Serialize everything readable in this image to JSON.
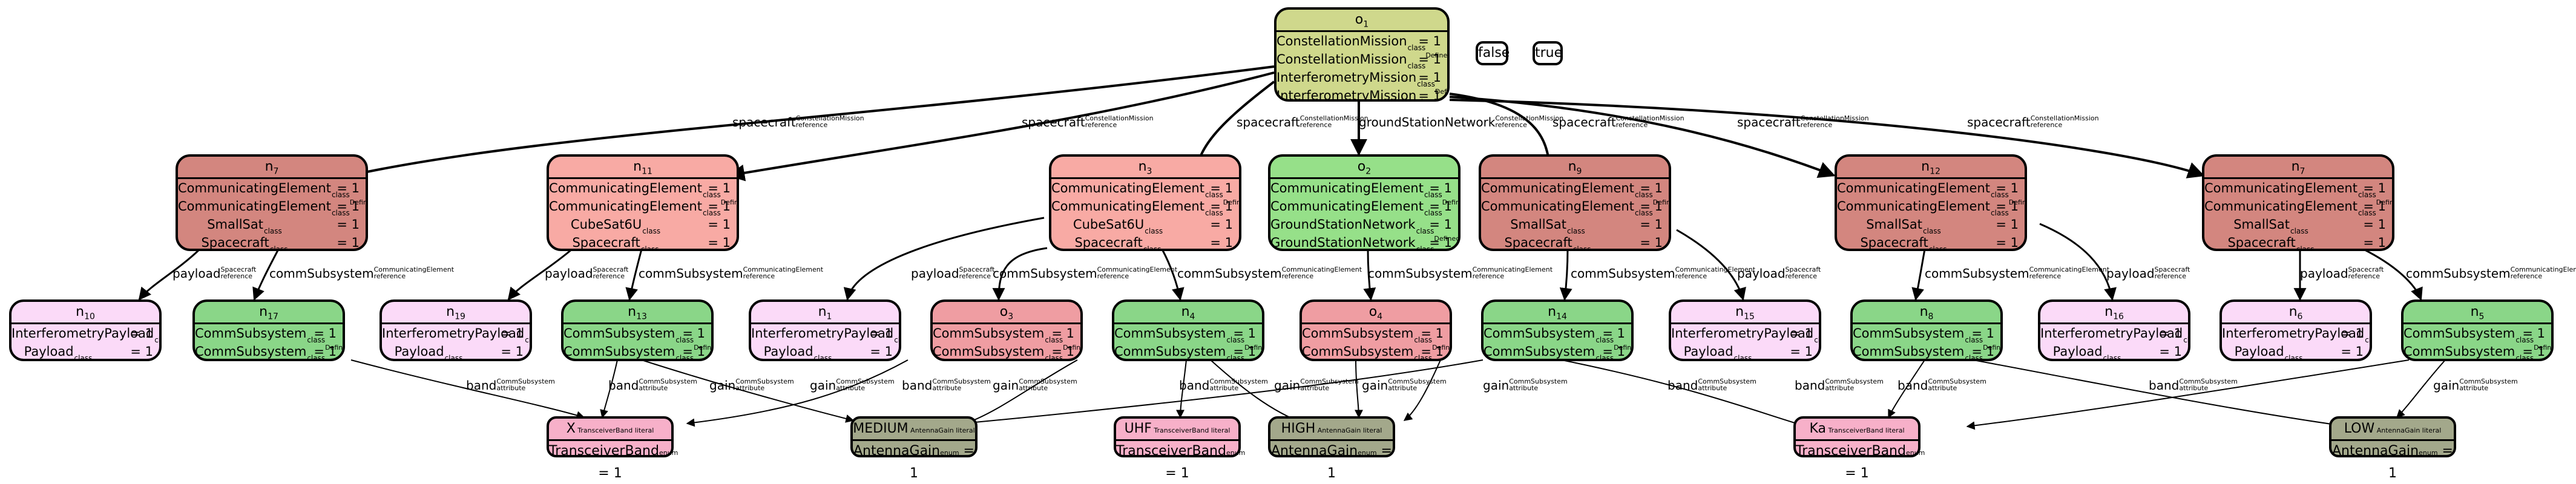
{
  "root": {
    "title": "o",
    "sub": "1",
    "rows": [
      {
        "label": "ConstellationMission",
        "sx": "class",
        "sp": "",
        "mult": "= 1"
      },
      {
        "label": "ConstellationMission",
        "sx": "class",
        "sp": "DefinedPart",
        "mult": "= 1"
      },
      {
        "label": "InterferometryMission",
        "sx": "class",
        "sp": "",
        "mult": "= 1"
      },
      {
        "label": "InterferometryMission",
        "sx": "class",
        "sp": "DefinedPart",
        "mult": "= 1"
      }
    ]
  },
  "bools": {
    "false": "false",
    "true": "true"
  },
  "level1": [
    {
      "key": "n7a",
      "title": "n",
      "sub": "7",
      "rows": [
        {
          "label": "CommunicatingElement",
          "sx": "class",
          "sp": "",
          "mult": "= 1"
        },
        {
          "label": "CommunicatingElement",
          "sx": "class",
          "sp": "DefinedPart",
          "mult": "= 1"
        },
        {
          "label": "SmallSat",
          "sx": "class",
          "sp": "",
          "mult": "= 1"
        },
        {
          "label": "Spacecraft",
          "sx": "class",
          "sp": "",
          "mult": "= 1"
        }
      ]
    },
    {
      "key": "n11",
      "title": "n",
      "sub": "11",
      "rows": [
        {
          "label": "CommunicatingElement",
          "sx": "class",
          "sp": "",
          "mult": "= 1"
        },
        {
          "label": "CommunicatingElement",
          "sx": "class",
          "sp": "DefinedPart",
          "mult": "= 1"
        },
        {
          "label": "CubeSat6U",
          "sx": "class",
          "sp": "",
          "mult": "= 1"
        },
        {
          "label": "Spacecraft",
          "sx": "class",
          "sp": "",
          "mult": "= 1"
        }
      ]
    },
    {
      "key": "n3",
      "title": "n",
      "sub": "3",
      "rows": [
        {
          "label": "CommunicatingElement",
          "sx": "class",
          "sp": "",
          "mult": "= 1"
        },
        {
          "label": "CommunicatingElement",
          "sx": "class",
          "sp": "DefinedPart",
          "mult": "= 1"
        },
        {
          "label": "CubeSat6U",
          "sx": "class",
          "sp": "",
          "mult": "= 1"
        },
        {
          "label": "Spacecraft",
          "sx": "class",
          "sp": "",
          "mult": "= 1"
        }
      ]
    },
    {
      "key": "o2",
      "title": "o",
      "sub": "2",
      "rows": [
        {
          "label": "CommunicatingElement",
          "sx": "class",
          "sp": "",
          "mult": "= 1"
        },
        {
          "label": "CommunicatingElement",
          "sx": "class",
          "sp": "DefinedPart",
          "mult": "= 1"
        },
        {
          "label": "GroundStationNetwork",
          "sx": "class",
          "sp": "",
          "mult": "= 1"
        },
        {
          "label": "GroundStationNetwork",
          "sx": "class",
          "sp": "DefinedPart",
          "mult": "= 1"
        }
      ]
    },
    {
      "key": "n9",
      "title": "n",
      "sub": "9",
      "rows": [
        {
          "label": "CommunicatingElement",
          "sx": "class",
          "sp": "",
          "mult": "= 1"
        },
        {
          "label": "CommunicatingElement",
          "sx": "class",
          "sp": "DefinedPart",
          "mult": "= 1"
        },
        {
          "label": "SmallSat",
          "sx": "class",
          "sp": "",
          "mult": "= 1"
        },
        {
          "label": "Spacecraft",
          "sx": "class",
          "sp": "",
          "mult": "= 1"
        }
      ]
    },
    {
      "key": "n12",
      "title": "n",
      "sub": "12",
      "rows": [
        {
          "label": "CommunicatingElement",
          "sx": "class",
          "sp": "",
          "mult": "= 1"
        },
        {
          "label": "CommunicatingElement",
          "sx": "class",
          "sp": "DefinedPart",
          "mult": "= 1"
        },
        {
          "label": "SmallSat",
          "sx": "class",
          "sp": "",
          "mult": "= 1"
        },
        {
          "label": "Spacecraft",
          "sx": "class",
          "sp": "",
          "mult": "= 1"
        }
      ]
    },
    {
      "key": "n7b",
      "title": "n",
      "sub": "7",
      "rows": [
        {
          "label": "CommunicatingElement",
          "sx": "class",
          "sp": "",
          "mult": "= 1"
        },
        {
          "label": "CommunicatingElement",
          "sx": "class",
          "sp": "DefinedPart",
          "mult": "= 1"
        },
        {
          "label": "SmallSat",
          "sx": "class",
          "sp": "",
          "mult": "= 1"
        },
        {
          "label": "Spacecraft",
          "sx": "class",
          "sp": "",
          "mult": "= 1"
        }
      ]
    }
  ],
  "level2": [
    {
      "key": "n10",
      "title": "n",
      "sub": "10",
      "rows": [
        {
          "label": "InterferometryPayload",
          "sx": "class",
          "sp": "",
          "mult": "= 1"
        },
        {
          "label": "Payload",
          "sx": "class",
          "sp": "",
          "mult": "= 1"
        }
      ]
    },
    {
      "key": "n17",
      "title": "n",
      "sub": "17",
      "rows": [
        {
          "label": "CommSubsystem",
          "sx": "class",
          "sp": "",
          "mult": "= 1"
        },
        {
          "label": "CommSubsystem",
          "sx": "class",
          "sp": "DefinedPart",
          "mult": "= 1"
        }
      ]
    },
    {
      "key": "n19",
      "title": "n",
      "sub": "19",
      "rows": [
        {
          "label": "InterferometryPayload",
          "sx": "class",
          "sp": "",
          "mult": "= 1"
        },
        {
          "label": "Payload",
          "sx": "class",
          "sp": "",
          "mult": "= 1"
        }
      ]
    },
    {
      "key": "n13",
      "title": "n",
      "sub": "13",
      "rows": [
        {
          "label": "CommSubsystem",
          "sx": "class",
          "sp": "",
          "mult": "= 1"
        },
        {
          "label": "CommSubsystem",
          "sx": "class",
          "sp": "DefinedPart",
          "mult": "= 1"
        }
      ]
    },
    {
      "key": "n1",
      "title": "n",
      "sub": "1",
      "rows": [
        {
          "label": "InterferometryPayload",
          "sx": "class",
          "sp": "",
          "mult": "= 1"
        },
        {
          "label": "Payload",
          "sx": "class",
          "sp": "",
          "mult": "= 1"
        }
      ]
    },
    {
      "key": "o3",
      "title": "o",
      "sub": "3",
      "rows": [
        {
          "label": "CommSubsystem",
          "sx": "class",
          "sp": "",
          "mult": "= 1"
        },
        {
          "label": "CommSubsystem",
          "sx": "class",
          "sp": "DefinedPart",
          "mult": "= 1"
        }
      ]
    },
    {
      "key": "n4",
      "title": "n",
      "sub": "4",
      "rows": [
        {
          "label": "CommSubsystem",
          "sx": "class",
          "sp": "",
          "mult": "= 1"
        },
        {
          "label": "CommSubsystem",
          "sx": "class",
          "sp": "DefinedPart",
          "mult": "= 1"
        }
      ]
    },
    {
      "key": "o4",
      "title": "o",
      "sub": "4",
      "rows": [
        {
          "label": "CommSubsystem",
          "sx": "class",
          "sp": "",
          "mult": "= 1"
        },
        {
          "label": "CommSubsystem",
          "sx": "class",
          "sp": "DefinedPart",
          "mult": "= 1"
        }
      ]
    },
    {
      "key": "n14",
      "title": "n",
      "sub": "14",
      "rows": [
        {
          "label": "CommSubsystem",
          "sx": "class",
          "sp": "",
          "mult": "= 1"
        },
        {
          "label": "CommSubsystem",
          "sx": "class",
          "sp": "DefinedPart",
          "mult": "= 1"
        }
      ]
    },
    {
      "key": "n15",
      "title": "n",
      "sub": "15",
      "rows": [
        {
          "label": "InterferometryPayload",
          "sx": "class",
          "sp": "",
          "mult": "= 1"
        },
        {
          "label": "Payload",
          "sx": "class",
          "sp": "",
          "mult": "= 1"
        }
      ]
    },
    {
      "key": "n8",
      "title": "n",
      "sub": "8",
      "rows": [
        {
          "label": "CommSubsystem",
          "sx": "class",
          "sp": "",
          "mult": "= 1"
        },
        {
          "label": "CommSubsystem",
          "sx": "class",
          "sp": "DefinedPart",
          "mult": "= 1"
        }
      ]
    },
    {
      "key": "n16",
      "title": "n",
      "sub": "16",
      "rows": [
        {
          "label": "InterferometryPayload",
          "sx": "class",
          "sp": "",
          "mult": "= 1"
        },
        {
          "label": "Payload",
          "sx": "class",
          "sp": "",
          "mult": "= 1"
        }
      ]
    },
    {
      "key": "n6",
      "title": "n",
      "sub": "6",
      "rows": [
        {
          "label": "InterferometryPayload",
          "sx": "class",
          "sp": "",
          "mult": "= 1"
        },
        {
          "label": "Payload",
          "sx": "class",
          "sp": "",
          "mult": "= 1"
        }
      ]
    },
    {
      "key": "n5",
      "title": "n",
      "sub": "5",
      "rows": [
        {
          "label": "CommSubsystem",
          "sx": "class",
          "sp": "",
          "mult": "= 1"
        },
        {
          "label": "CommSubsystem",
          "sx": "class",
          "sp": "DefinedPart",
          "mult": "= 1"
        }
      ]
    }
  ],
  "literals": [
    {
      "key": "x",
      "top": "X",
      "topsx": "TransceiverBand",
      "topsub": "literal",
      "bottom": "TransceiverBand",
      "bsx": "enum",
      "mult": "= 1"
    },
    {
      "key": "medium",
      "top": "MEDIUM",
      "topsx": "AntennaGain",
      "topsub": "literal",
      "bottom": "AntennaGain",
      "bsx": "enum",
      "mult": "= 1"
    },
    {
      "key": "uhf",
      "top": "UHF",
      "topsx": "TransceiverBand",
      "topsub": "literal",
      "bottom": "TransceiverBand",
      "bsx": "enum",
      "mult": "= 1"
    },
    {
      "key": "high",
      "top": "HIGH",
      "topsx": "AntennaGain",
      "topsub": "literal",
      "bottom": "AntennaGain",
      "bsx": "enum",
      "mult": "= 1"
    },
    {
      "key": "ka",
      "top": "Ka",
      "topsx": "TransceiverBand",
      "topsub": "literal",
      "bottom": "TransceiverBand",
      "bsx": "enum",
      "mult": "= 1"
    },
    {
      "key": "low",
      "top": "LOW",
      "topsx": "AntennaGain",
      "topsub": "literal",
      "bottom": "AntennaGain",
      "bsx": "enum",
      "mult": "= 1"
    }
  ],
  "edge_labels": {
    "spacecraft": "spacecraft",
    "cm_sup": "ConstellationMission",
    "ref": "reference",
    "gsn": "groundStationNetwork",
    "payload": "payload",
    "sc_sup": "Spacecraft",
    "commSubsystem": "commSubsystem",
    "ce_sup": "CommunicatingElement",
    "band": "band",
    "gain": "gain",
    "cs_sup": "CommSubsystem",
    "attr": "attribute"
  }
}
